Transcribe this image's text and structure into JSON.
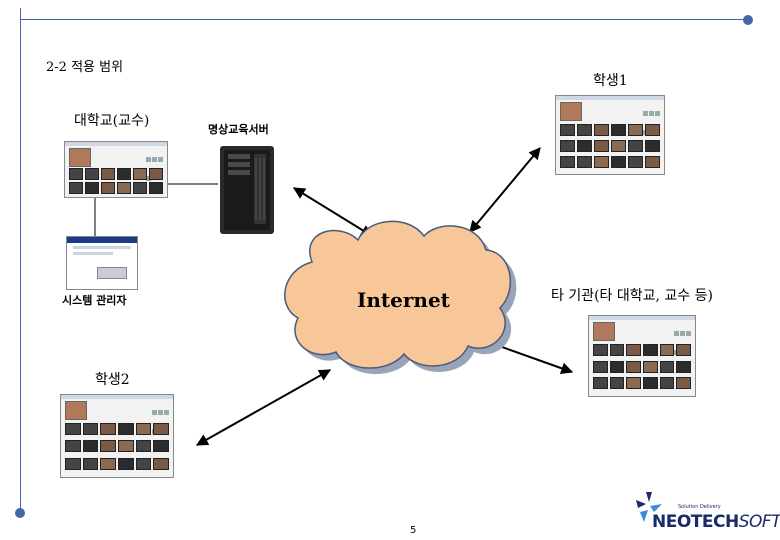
{
  "title": "2-2 적용 범위",
  "nodes": {
    "university": "대학교(교수)",
    "server": "명상교육서버",
    "admin": "시스템 관리자",
    "student1": "학생1",
    "student2": "학생2",
    "other_institution": "타 기관(타 대학교, 교수 등)",
    "internet": "Internet"
  },
  "footer": {
    "page_number": "5",
    "logo_tagline": "Solution Delivery",
    "logo_primary": "NEOTECH",
    "logo_secondary": "SOFT"
  },
  "colors": {
    "frame": "#4466aa",
    "cloud_fill": "#f7c79a",
    "cloud_stroke": "#4a5a7a"
  }
}
